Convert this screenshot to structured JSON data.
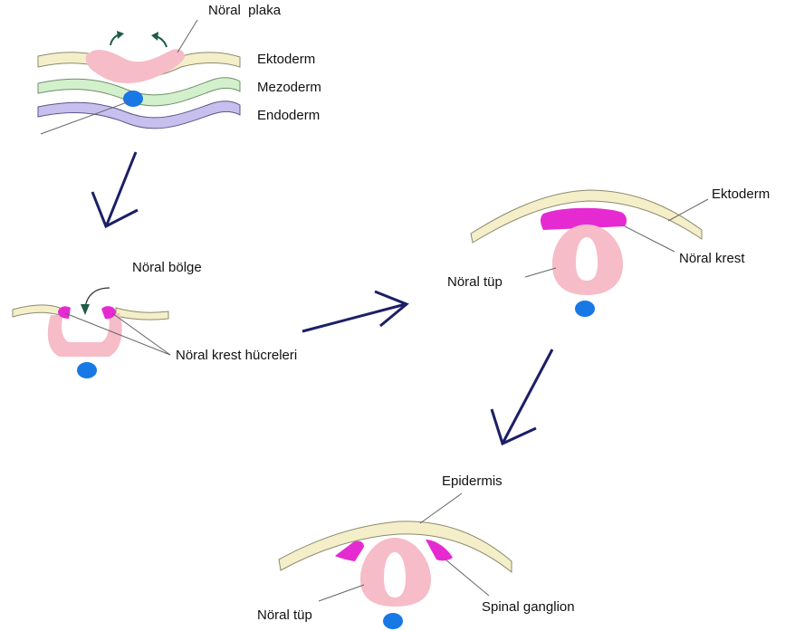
{
  "colors": {
    "ectoderm_fill": "#f4efc8",
    "ectoderm_stroke": "#8c8a70",
    "mesoderm_fill": "#d3f0cc",
    "mesoderm_stroke": "#6f8f6a",
    "endoderm_fill": "#c7c0ee",
    "endoderm_stroke": "#5a5687",
    "neural_pink": "#f6bcc8",
    "neural_crest_magenta": "#e62ad1",
    "notochord_blue": "#1878e6",
    "arrow_dark": "#1c1f66",
    "leader_line": "#666666"
  },
  "labels": {
    "neural_plate": "Nöral  plaka",
    "ectoderm": "Ektoderm",
    "mesoderm": "Mezoderm",
    "endoderm": "Endoderm",
    "neural_region": "Nöral bölge",
    "neural_crest_cells": "Nöral krest hücreleri",
    "ectoderm_right": "Ektoderm",
    "neural_crest": "Nöral krest",
    "neural_tube_right": "Nöral tüp",
    "epidermis": "Epidermis",
    "neural_tube_bottom": "Nöral tüp",
    "spinal_ganglion": "Spinal ganglion"
  }
}
